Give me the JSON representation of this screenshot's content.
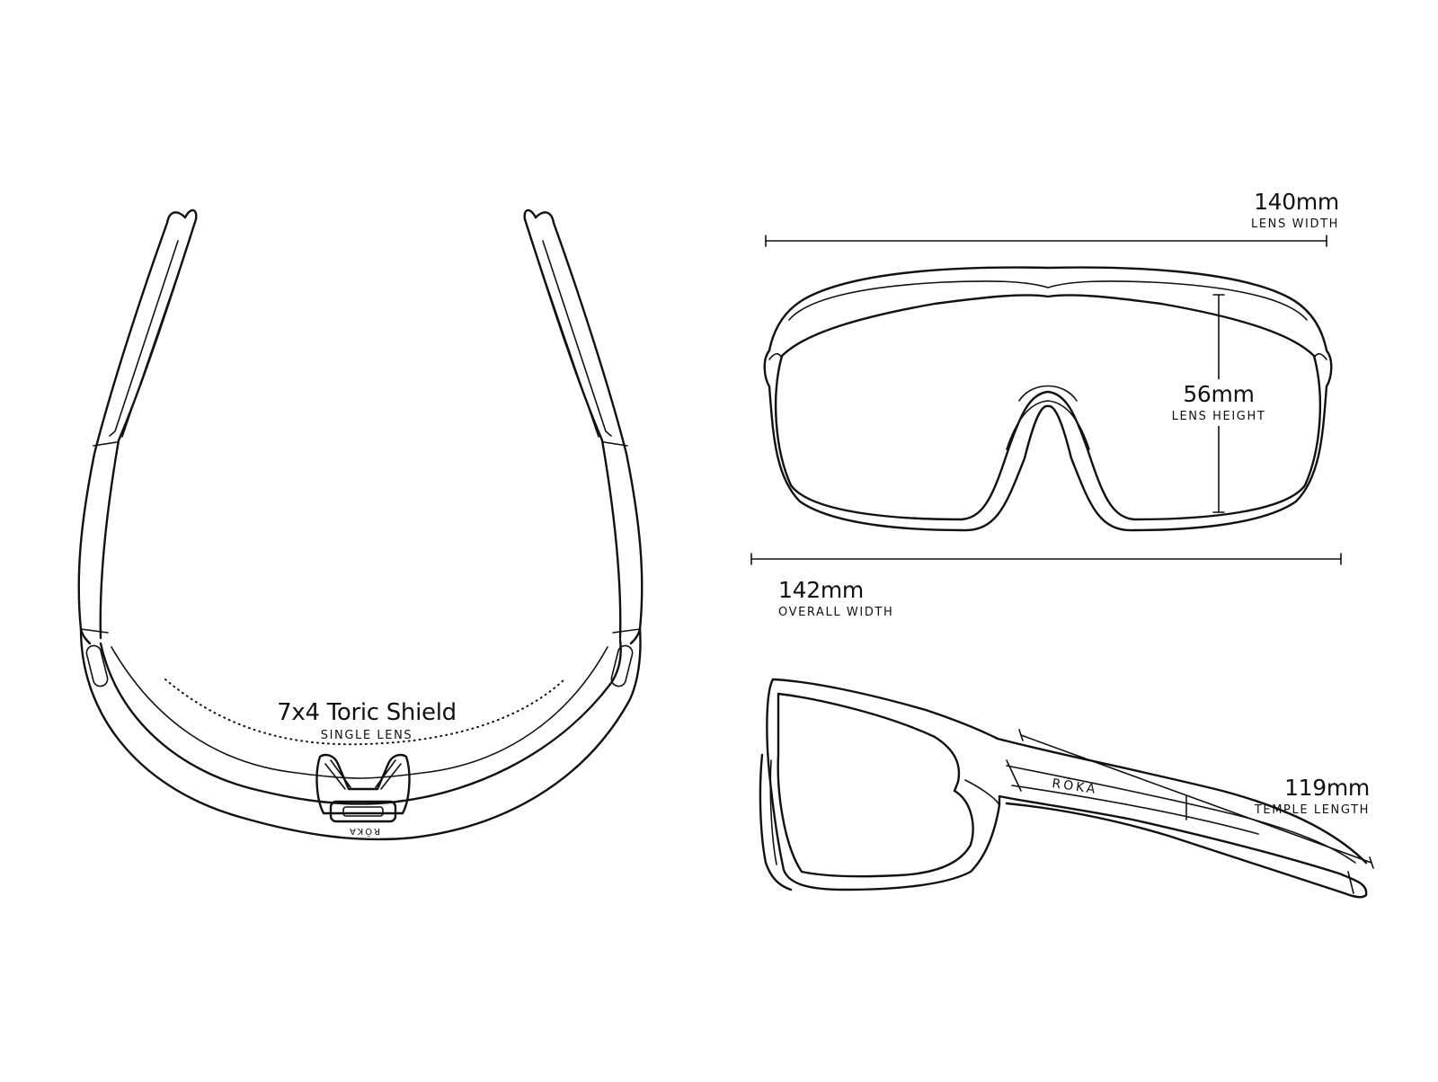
{
  "top_view": {
    "lens_type": "7x4 Toric Shield",
    "lens_caption": "SINGLE LENS",
    "logo": "RŌKA"
  },
  "front_view": {
    "lens_width": {
      "value": "140mm",
      "caption": "LENS WIDTH"
    },
    "lens_height": {
      "value": "56mm",
      "caption": "LENS HEIGHT"
    },
    "overall_width": {
      "value": "142mm",
      "caption": "OVERALL WIDTH"
    }
  },
  "side_view": {
    "temple_length": {
      "value": "119mm",
      "caption": "TEMPLE LENGTH"
    },
    "logo": "RŌKA"
  },
  "colors": {
    "line": "#111111",
    "background": "#ffffff"
  }
}
